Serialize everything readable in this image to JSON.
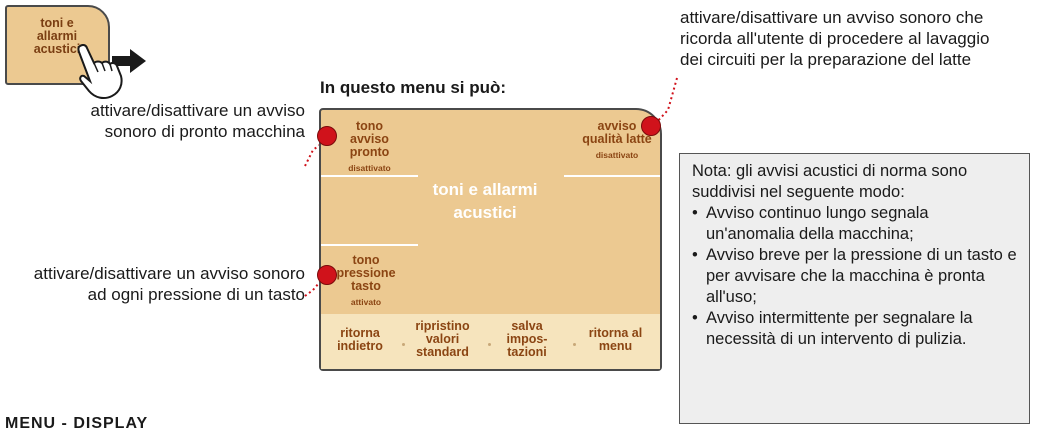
{
  "mini_button": {
    "label": "toni e allarmi acustici"
  },
  "heading": "In questo menu si può:",
  "descriptions": {
    "ready": "attivare/disattivare un avviso sonoro di pronto macchina",
    "keypress": "attivare/disattivare un avviso sonoro ad ogni pressione di un tasto",
    "milk": "attivare/disattivare un avviso sonoro che ricorda all'utente di procedere al lavaggio dei circuiti per la preparazione del latte"
  },
  "display": {
    "title": "toni e allarmi acustici",
    "items": {
      "ready": {
        "label": "tono avviso pronto",
        "status": "disattivato"
      },
      "milk": {
        "label": "avviso qualità latte",
        "status": "disattivato"
      },
      "keypress": {
        "label": "tono pressione tasto",
        "status": "attivato"
      }
    },
    "bottom": [
      "ritorna indietro",
      "ripristino valori standard",
      "salva impos-tazioni",
      "ritorna al menu"
    ]
  },
  "note": {
    "intro": "Nota: gli avvisi acustici di norma sono suddivisi nel seguente modo:",
    "items": [
      "Avviso continuo lungo segnala un'anomalia della macchina;",
      "Avviso breve per la pressione di un tasto e per avvisare che la macchina è pronta all'uso;",
      "Avviso intermittente per segnalare la necessità di un intervento di pulizia."
    ]
  },
  "footer": "MENU - DISPLAY",
  "colors": {
    "panel": "#ecc991",
    "bar": "#f6e4bd",
    "label": "#8b4513",
    "marker": "#d0121b",
    "note_bg": "#eeeeee"
  },
  "icons": [
    "pointing-hand-icon",
    "arrow-right-icon"
  ]
}
